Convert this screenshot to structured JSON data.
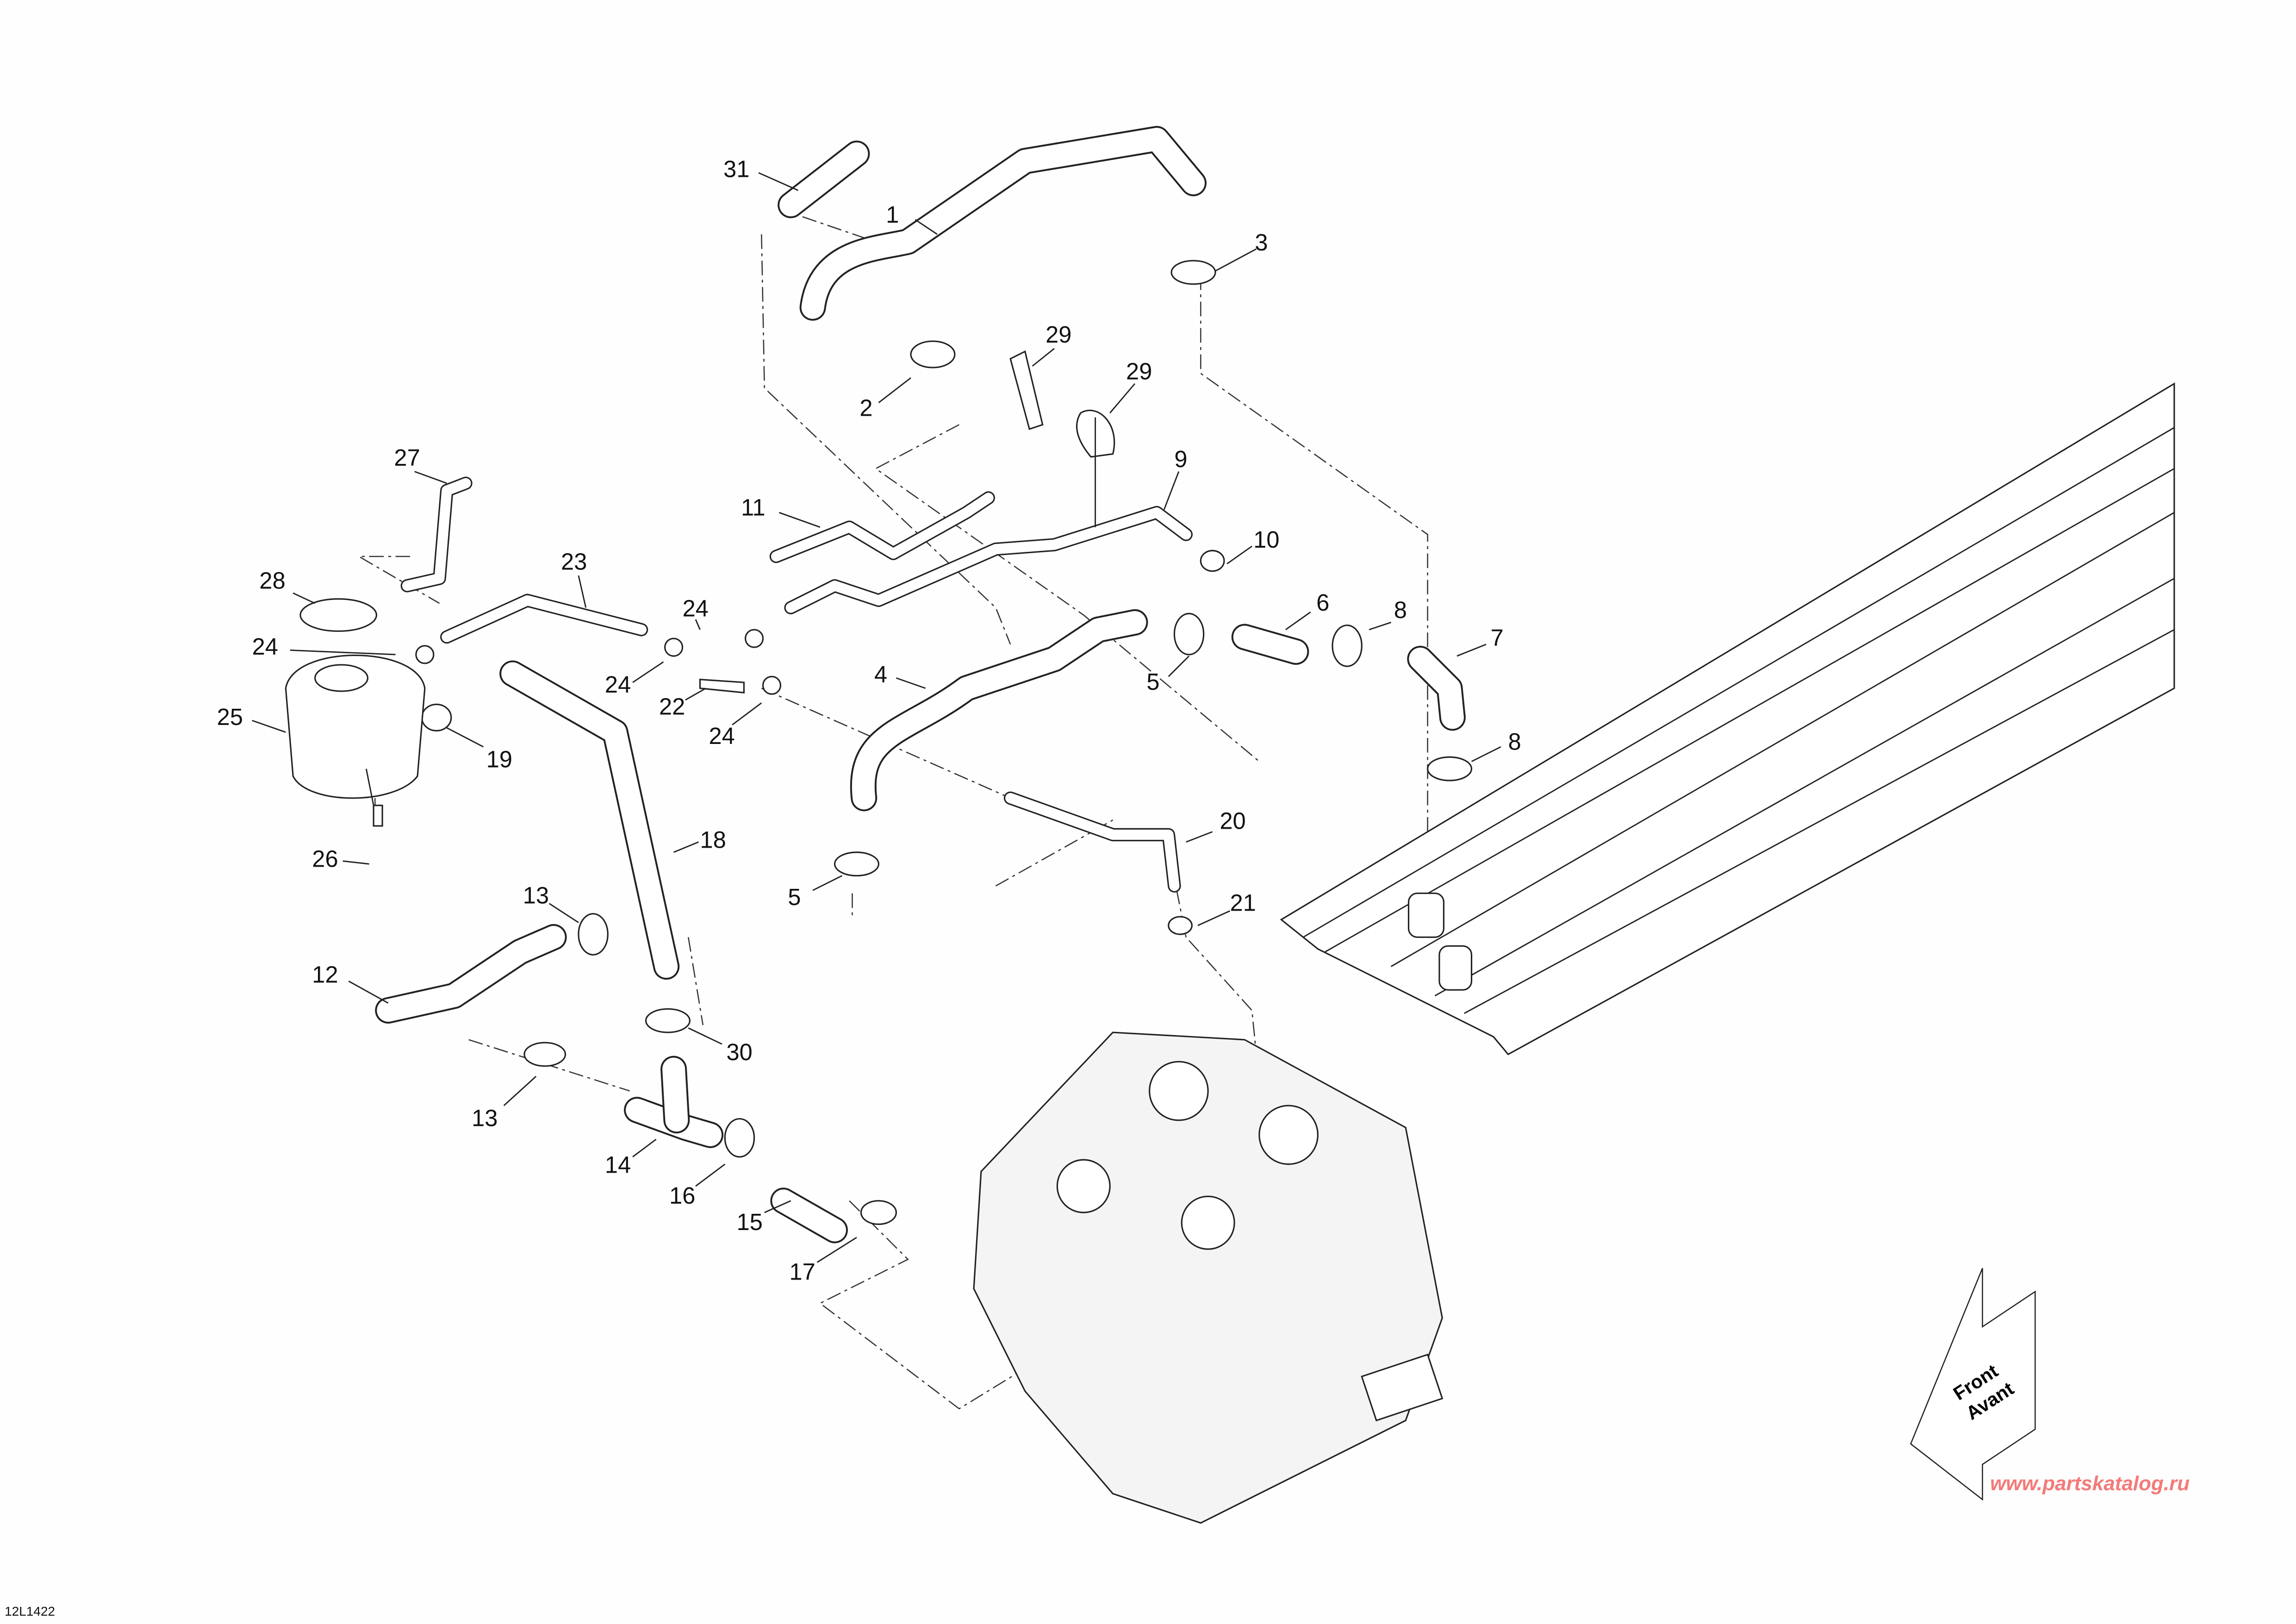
{
  "diagram_code": "12L1422",
  "watermark": "www.partskatalog.ru",
  "direction_arrow": {
    "line1": "Front",
    "line2": "Avant"
  },
  "callouts": [
    "31",
    "1",
    "3",
    "2",
    "29",
    "29",
    "9",
    "11",
    "10",
    "27",
    "28",
    "23",
    "24",
    "24",
    "6",
    "8",
    "7",
    "4",
    "5",
    "24",
    "22",
    "24",
    "25",
    "19",
    "8",
    "20",
    "18",
    "26",
    "5",
    "13",
    "21",
    "12",
    "30",
    "13",
    "14",
    "16",
    "15",
    "17"
  ]
}
